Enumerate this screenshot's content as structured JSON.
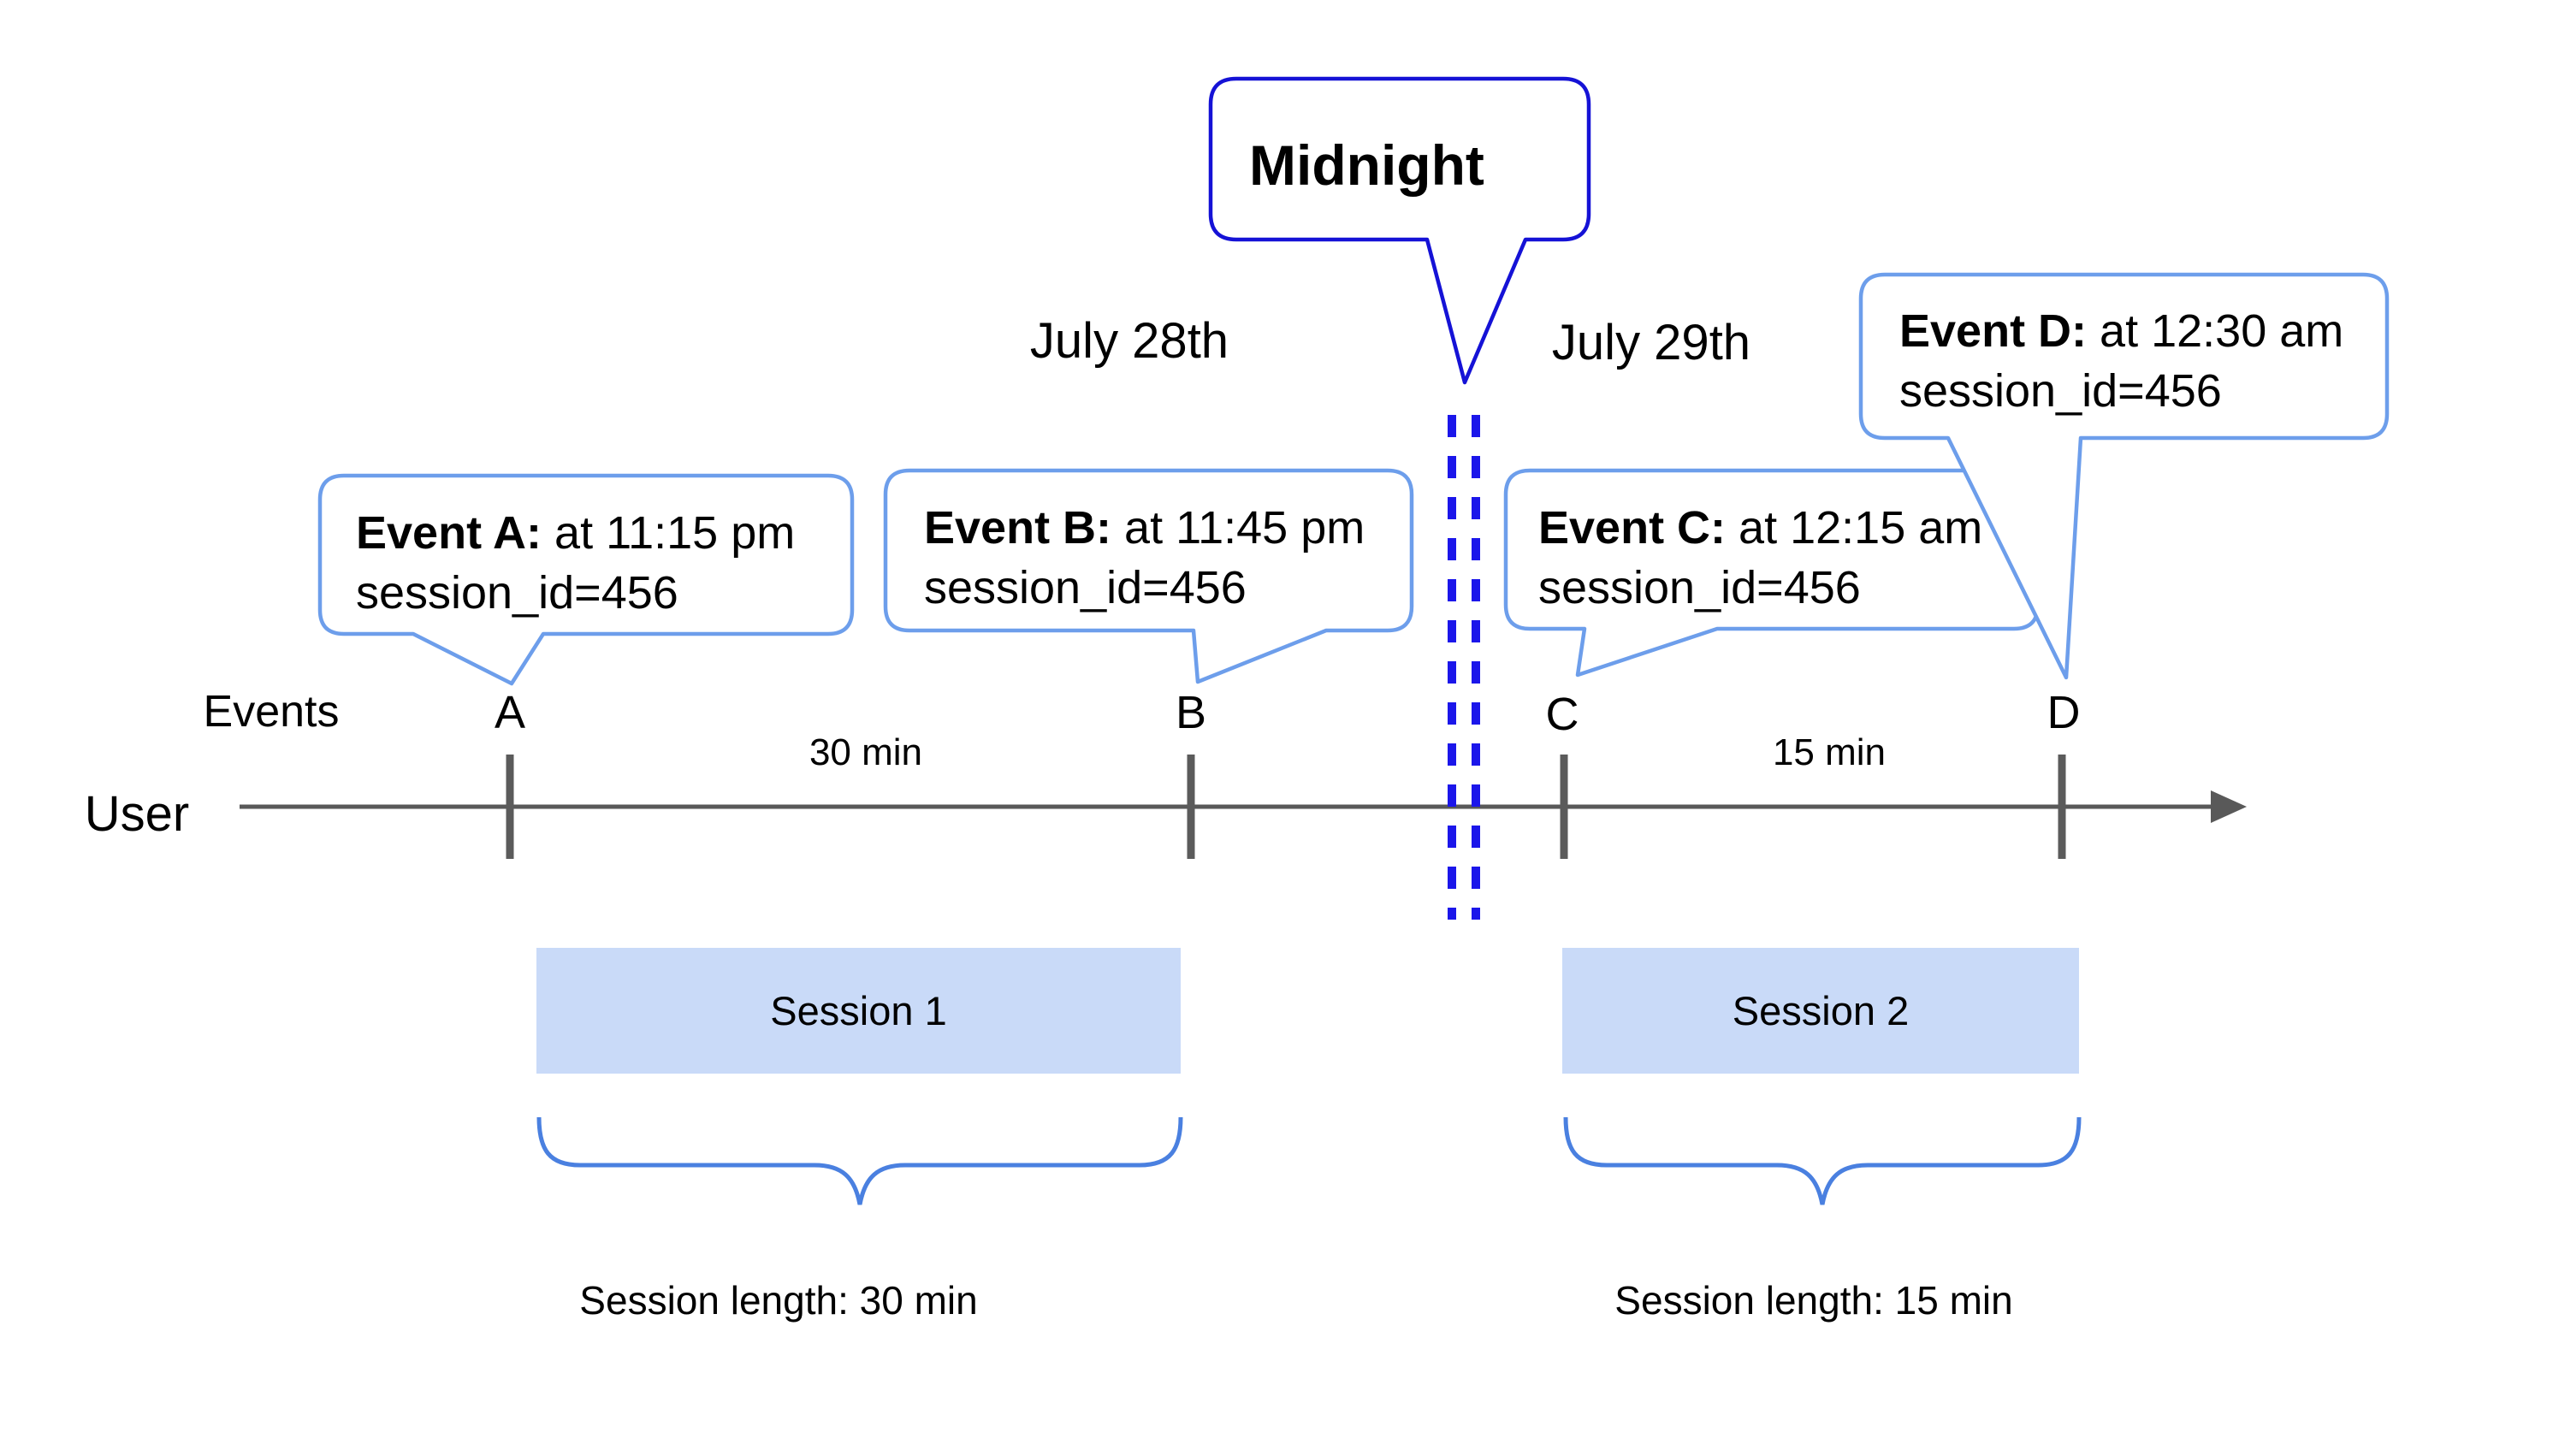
{
  "midnight": {
    "label": "Midnight"
  },
  "dates": {
    "left": "July 28th",
    "right": "July 29th"
  },
  "events": [
    {
      "letter": "A",
      "name": "Event A:",
      "time": " at 11:15 pm",
      "session": "session_id=456"
    },
    {
      "letter": "B",
      "name": "Event B:",
      "time": " at 11:45 pm",
      "session": "session_id=456"
    },
    {
      "letter": "C",
      "name": "Event C:",
      "time": " at 12:15 am",
      "session": "session_id=456"
    },
    {
      "letter": "D",
      "name": "Event D:",
      "time": " at 12:30 am",
      "session": "session_id=456"
    }
  ],
  "axis": {
    "events_label": "Events",
    "user_label": "User",
    "interval_1": "30 min",
    "interval_2": "15 min"
  },
  "sessions": [
    {
      "label": "Session 1",
      "length_label": "Session length: 30 min"
    },
    {
      "label": "Session 2",
      "length_label": "Session length: 15 min"
    }
  ],
  "colors": {
    "midnight_blue": "#1512d6",
    "dash_blue": "#1b16ea",
    "bubble_border": "#6d9eeb",
    "session_fill": "#c9daf8",
    "brace_blue": "#4a80e0",
    "axis_gray": "#595959"
  }
}
